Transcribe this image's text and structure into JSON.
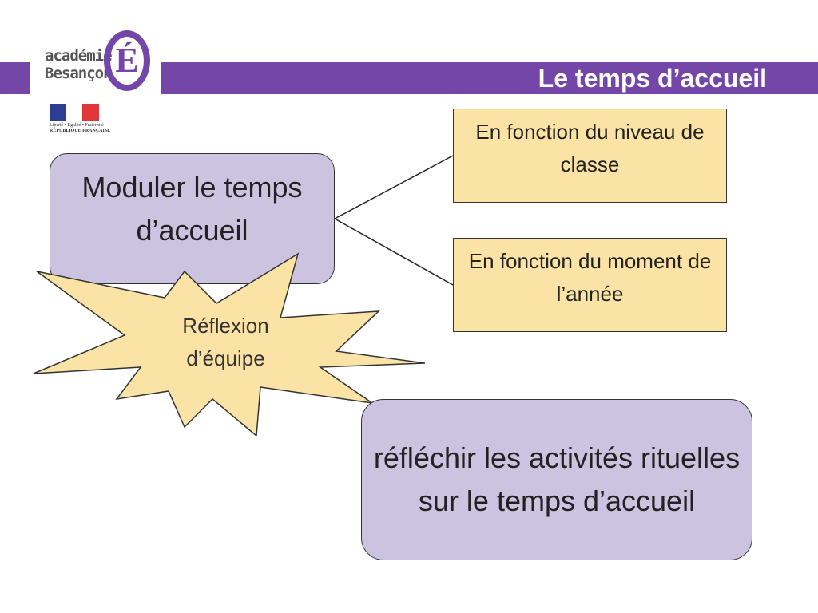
{
  "header": {
    "title": "Le temps d’accueil",
    "accent_color": "#7446a8"
  },
  "logo": {
    "line1": "académie",
    "line2": "Besançon",
    "letter": "É"
  },
  "republic_logo": {
    "motto": "Liberté • Égalité • Fraternité",
    "name": "RÉPUBLIQUE FRANÇAISE"
  },
  "diagram": {
    "main": "Moduler le temps d’accueil",
    "branches": [
      "En fonction du niveau de classe",
      "En fonction du moment de l’année"
    ],
    "burst": "Réflexion d’équipe",
    "bottom": "réfléchir les activités rituelles sur le temps d’accueil",
    "colors": {
      "purple_box": "#cbc3df",
      "yellow_box": "#fbe3a6"
    }
  }
}
